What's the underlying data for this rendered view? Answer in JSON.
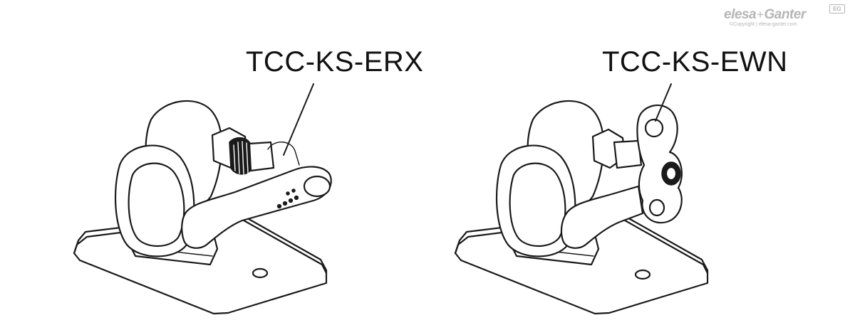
{
  "logo": {
    "brand_left": "elesa",
    "brand_plus": "+",
    "brand_right": "Ganter",
    "badge": "EG",
    "copyright": "©Copyright | elesa-ganter.com"
  },
  "callouts": {
    "left_label": "TCC-KS-ERX",
    "right_label": "TCC-KS-EWN"
  },
  "colors": {
    "line": "#1a1a1a",
    "logo_gray": "#b5b5b5",
    "background": "#ffffff"
  }
}
